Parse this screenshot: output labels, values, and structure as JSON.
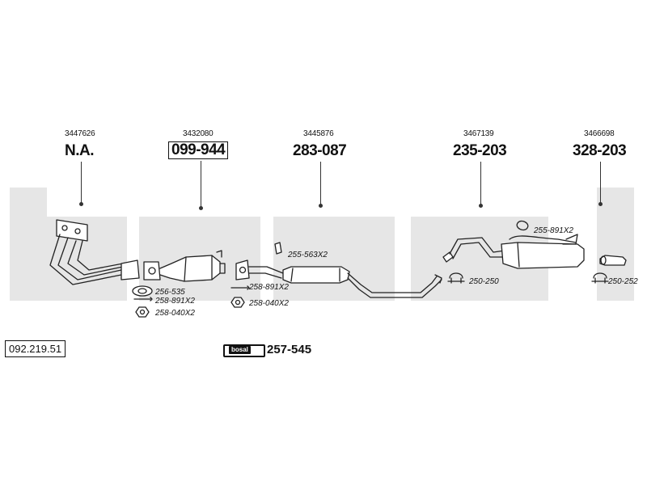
{
  "watermark": {
    "text": "bosal",
    "color": "#e6e6e6"
  },
  "parts": [
    {
      "oem": "3447626",
      "number": "N.A.",
      "boxed": false
    },
    {
      "oem": "3432080",
      "number": "099-944",
      "boxed": true
    },
    {
      "oem": "3445876",
      "number": "283-087",
      "boxed": false
    },
    {
      "oem": "3467139",
      "number": "235-203",
      "boxed": false
    },
    {
      "oem": "3466698",
      "number": "328-203",
      "boxed": false
    }
  ],
  "accessories": [
    {
      "id": "gasket-256-535",
      "label": "256-535"
    },
    {
      "id": "bolt-258-891x2-a",
      "label": "258-891X2"
    },
    {
      "id": "nut-258-040x2-a",
      "label": "258-040X2"
    },
    {
      "id": "bolt-258-891x2-b",
      "label": "258-891X2"
    },
    {
      "id": "nut-258-040x2-b",
      "label": "258-040X2"
    },
    {
      "id": "clamp-255-563x2",
      "label": "255-563X2"
    },
    {
      "id": "rubber-255-891x2",
      "label": "255-891X2"
    },
    {
      "id": "clamp-250-250",
      "label": "250-250"
    },
    {
      "id": "clamp-250-252",
      "label": "250-252"
    }
  ],
  "reference": "092.219.51",
  "kit": {
    "logo": "bosal",
    "number": "257-545"
  }
}
